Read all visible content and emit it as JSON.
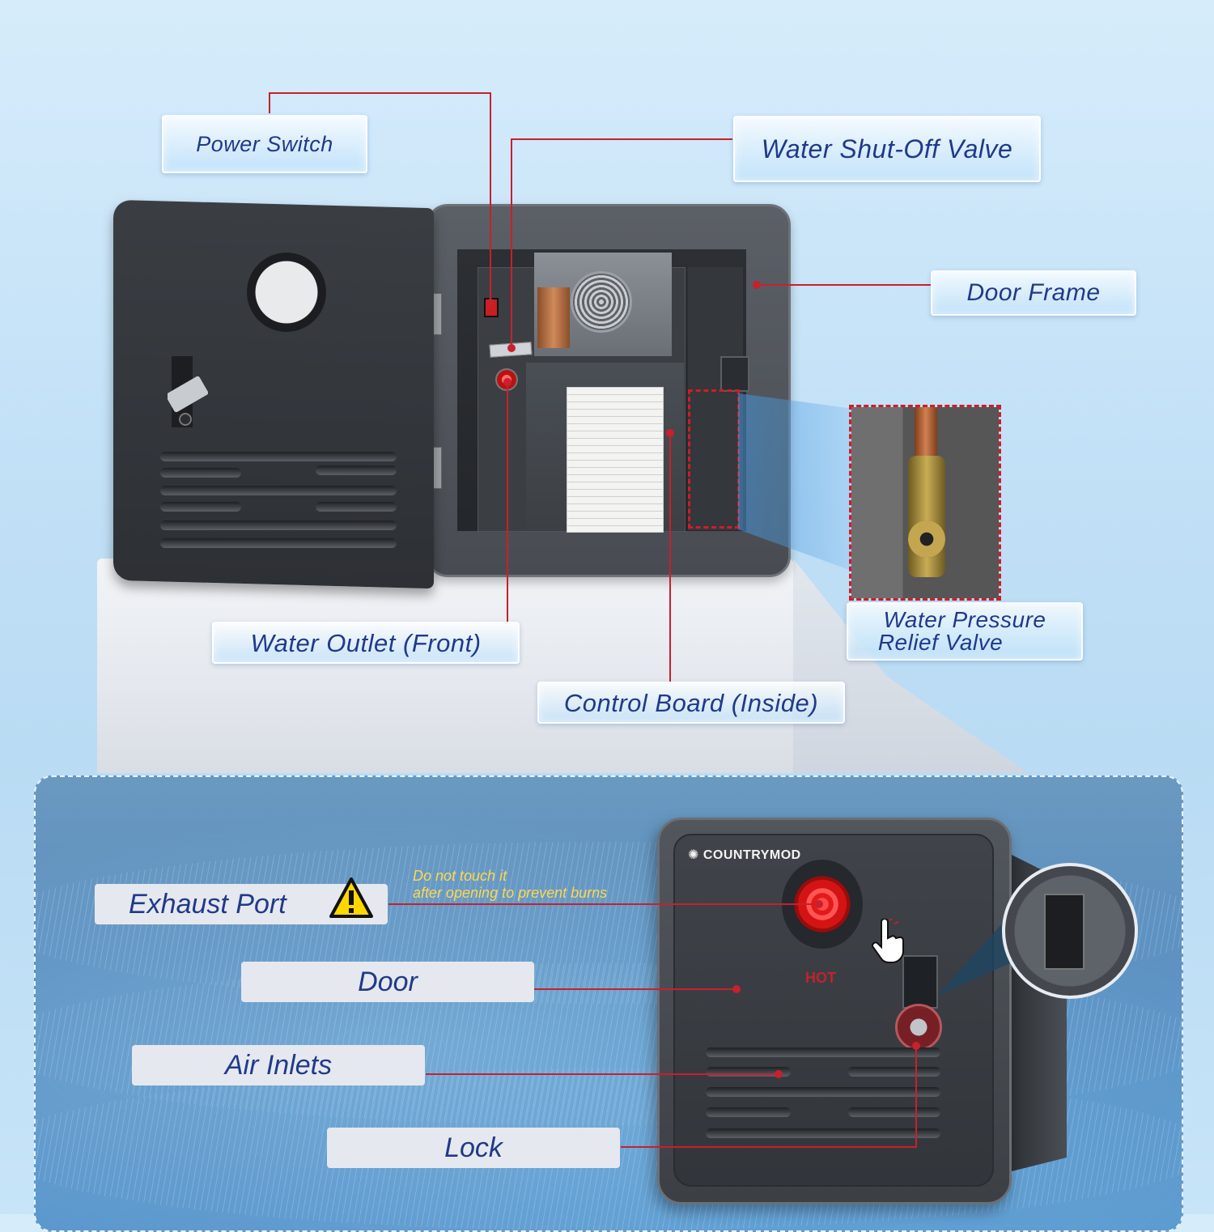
{
  "labels": {
    "power_switch": "Power Switch",
    "water_shutoff_valve": "Water Shut-Off Valve",
    "door_frame": "Door Frame",
    "water_outlet": "Water Outlet (Front)",
    "control_board": "Control Board (Inside)",
    "pressure_relief_line1": "Water Pressure",
    "pressure_relief_line2": "Relief Valve"
  },
  "bottom_labels": {
    "exhaust_port": "Exhaust Port",
    "door": "Door",
    "air_inlets": "Air Inlets",
    "lock": "Lock"
  },
  "warning": {
    "line1": "Do not touch it",
    "line2": "after opening to prevent burns",
    "icon": "warning-triangle-icon"
  },
  "product": {
    "brand": "COUNTRYMOD",
    "hot_mark": "HOT"
  },
  "colors": {
    "label_text": "#1f3a8a",
    "leader_line": "#c8202c",
    "notice_text": "#ffd84a"
  }
}
